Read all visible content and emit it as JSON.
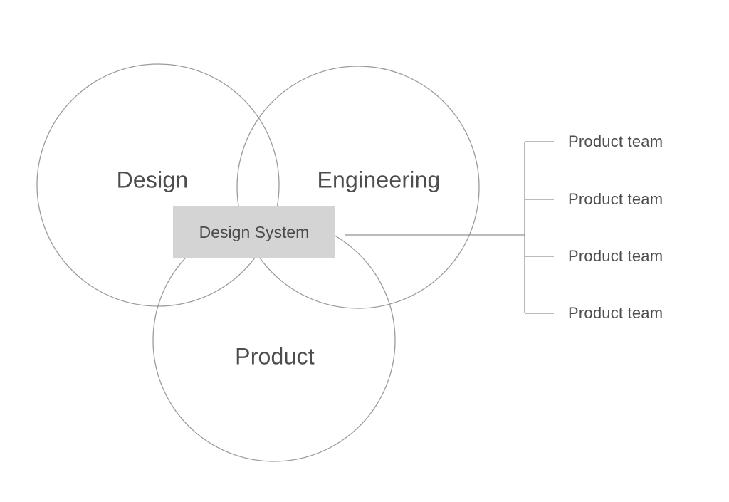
{
  "diagram": {
    "circles": [
      {
        "id": "design",
        "label": "Design"
      },
      {
        "id": "engineering",
        "label": "Engineering"
      },
      {
        "id": "product",
        "label": "Product"
      }
    ],
    "center_box": {
      "label": "Design System"
    },
    "bracket": {
      "items": [
        {
          "label": "Product team"
        },
        {
          "label": "Product team"
        },
        {
          "label": "Product team"
        },
        {
          "label": "Product team"
        }
      ]
    },
    "colors": {
      "circle_stroke": "#9b9b9b",
      "line": "#929292",
      "box_fill": "#d4d4d4",
      "box_text": "#4a4a4a",
      "label_text": "#4d4d4d"
    }
  }
}
